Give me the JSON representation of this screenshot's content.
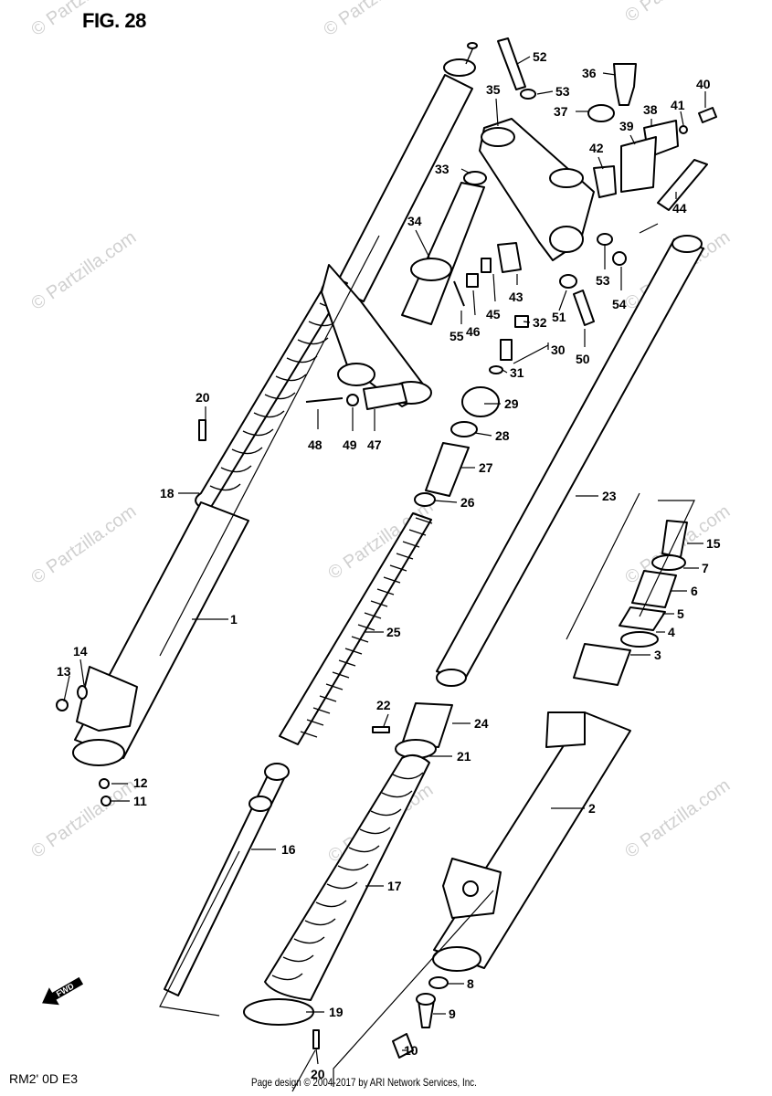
{
  "figure": {
    "title": "FIG. 28",
    "model_code": "RM2' 0D E3"
  },
  "watermark": {
    "text": "© Partzilla.com"
  },
  "footer": {
    "text": "Page design © 2004-2017 by ARI Network Services, Inc."
  },
  "front_label": "FWD",
  "callouts": {
    "c1": "1",
    "c2": "2",
    "c3": "3",
    "c4": "4",
    "c5": "5",
    "c6": "6",
    "c7": "7",
    "c8": "8",
    "c9": "9",
    "c10": "10",
    "c11": "11",
    "c12": "12",
    "c13": "13",
    "c14": "14",
    "c15": "15",
    "c16": "16",
    "c17": "17",
    "c18": "18",
    "c19": "19",
    "c20a": "20",
    "c20b": "20",
    "c21": "21",
    "c22": "22",
    "c23": "23",
    "c24": "24",
    "c25": "25",
    "c26": "26",
    "c27": "27",
    "c28": "28",
    "c29": "29",
    "c30": "30",
    "c31": "31",
    "c32": "32",
    "c33": "33",
    "c34": "34",
    "c35": "35",
    "c36": "36",
    "c37": "37",
    "c38": "38",
    "c39": "39",
    "c40": "40",
    "c41": "41",
    "c42": "42",
    "c43": "43",
    "c44": "44",
    "c45": "45",
    "c46": "46",
    "c47": "47",
    "c48": "48",
    "c49": "49",
    "c50": "50",
    "c51": "51",
    "c52": "52",
    "c53a": "53",
    "c53b": "53",
    "c54": "54",
    "c55": "55"
  }
}
